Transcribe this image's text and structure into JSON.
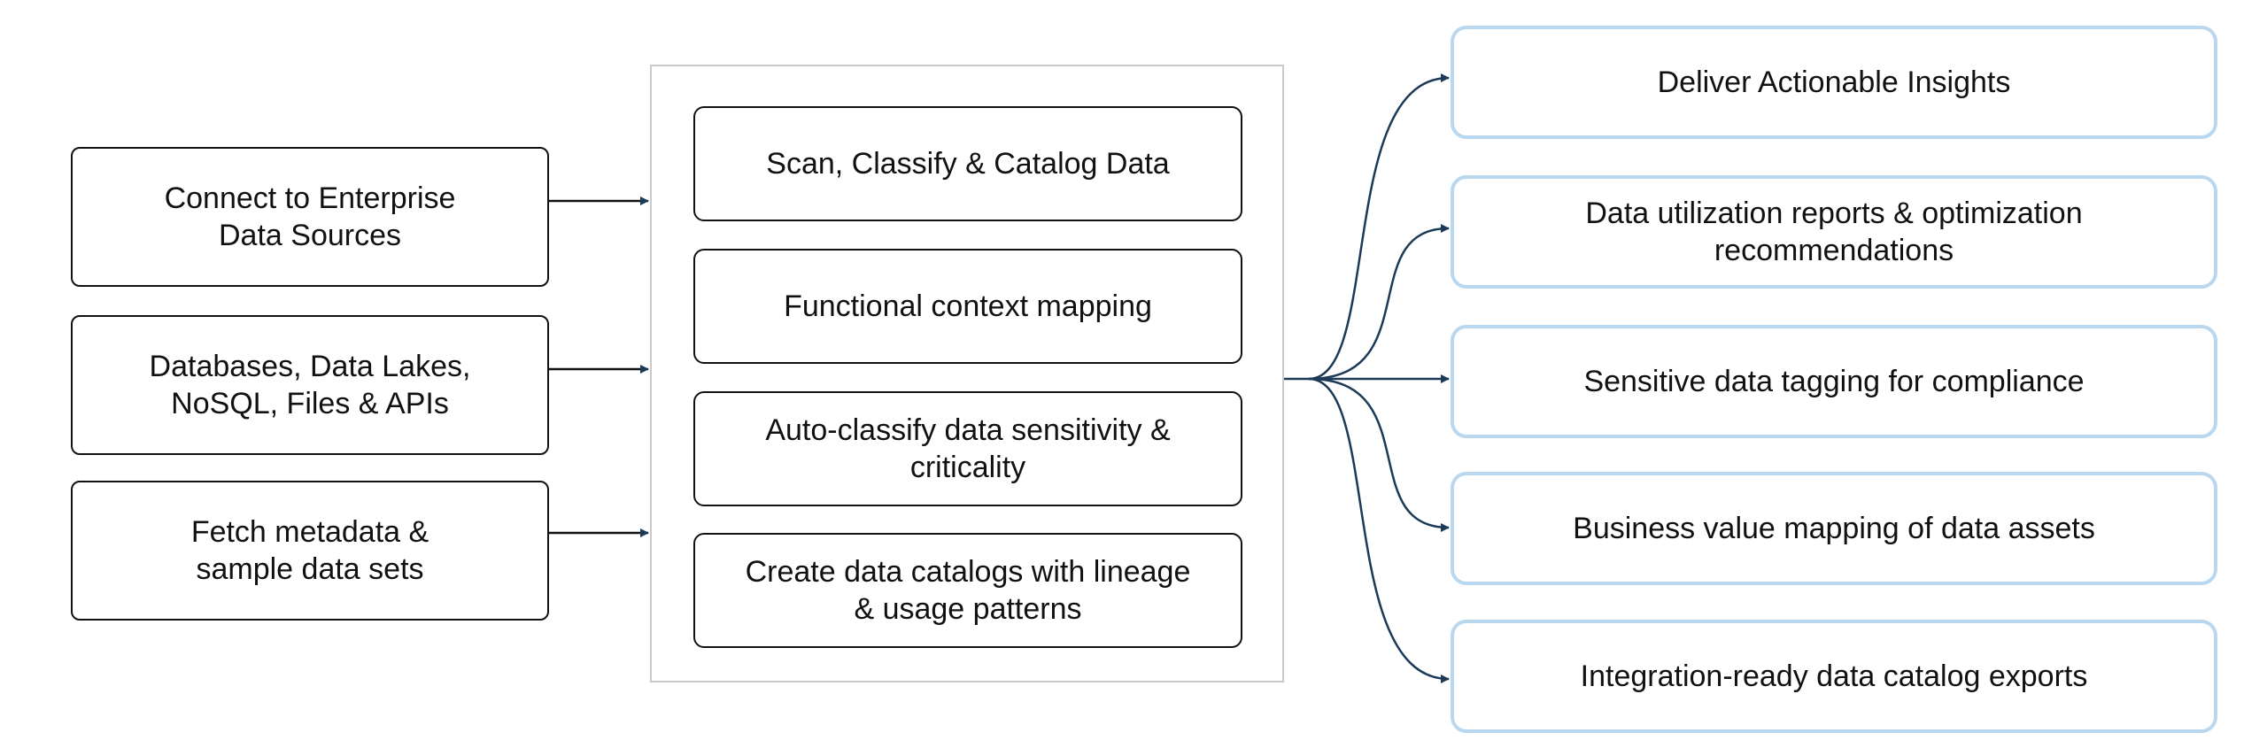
{
  "inputs": [
    {
      "label": "Connect to Enterprise\nData Sources"
    },
    {
      "label": "Databases, Data Lakes,\nNoSQL, Files & APIs"
    },
    {
      "label": "Fetch metadata &\nsample data sets"
    }
  ],
  "steps": [
    {
      "label": "Scan, Classify & Catalog Data"
    },
    {
      "label": "Functional context mapping"
    },
    {
      "label": "Auto-classify data sensitivity &\ncriticality"
    },
    {
      "label": "Create data catalogs with lineage\n& usage patterns"
    }
  ],
  "outputs": [
    {
      "label": "Deliver Actionable Insights"
    },
    {
      "label": "Data utilization reports & optimization\nrecommendations"
    },
    {
      "label": "Sensitive data tagging for compliance"
    },
    {
      "label": "Business value mapping of data assets"
    },
    {
      "label": "Integration-ready data catalog exports"
    }
  ],
  "colors": {
    "connector": "#1b3a57",
    "input_border": "#111111",
    "output_border": "#b9d7ee",
    "container_border": "#c9c9c9"
  }
}
